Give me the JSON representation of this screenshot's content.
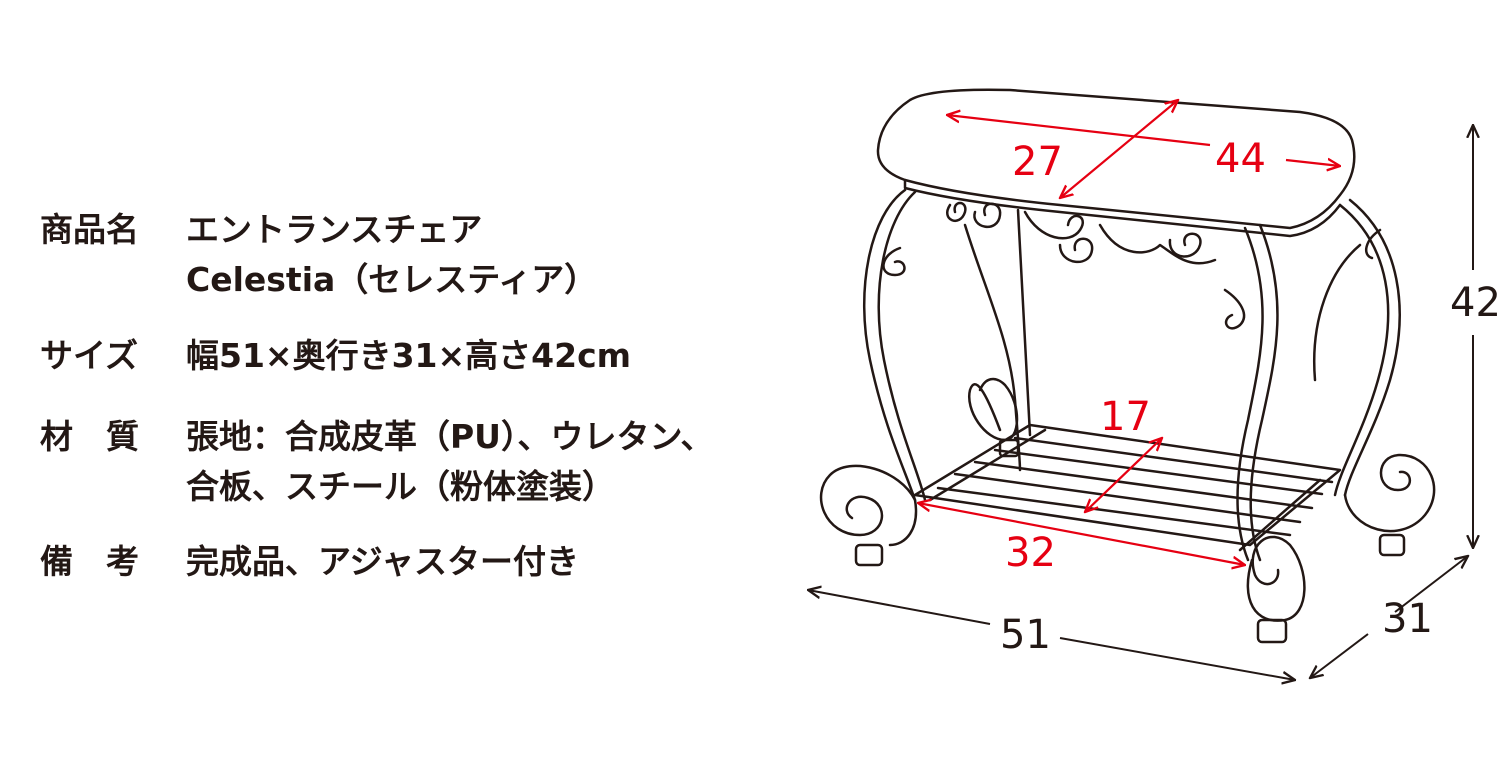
{
  "specs": [
    {
      "label": "商品名",
      "lines": [
        "エントランスチェア",
        "Celestia（セレスティア）"
      ]
    },
    {
      "label": "サイズ",
      "lines": [
        "幅51×奥行き31×高さ42cm"
      ]
    },
    {
      "label": "材　質",
      "lines": [
        "張地：合成皮革（PU）、ウレタン、",
        "合板、スチール（粉体塗装）"
      ]
    },
    {
      "label": "備　考",
      "lines": [
        "完成品、アジャスター付き"
      ]
    }
  ],
  "dimensions": {
    "seat_depth": "27",
    "seat_width": "44",
    "shelf_depth": "17",
    "shelf_width": "32",
    "height": "42",
    "width": "51",
    "depth": "31"
  },
  "colors": {
    "text": "#231815",
    "line": "#231815",
    "inner_dimension": "#e60012",
    "outer_dimension": "#231815"
  }
}
